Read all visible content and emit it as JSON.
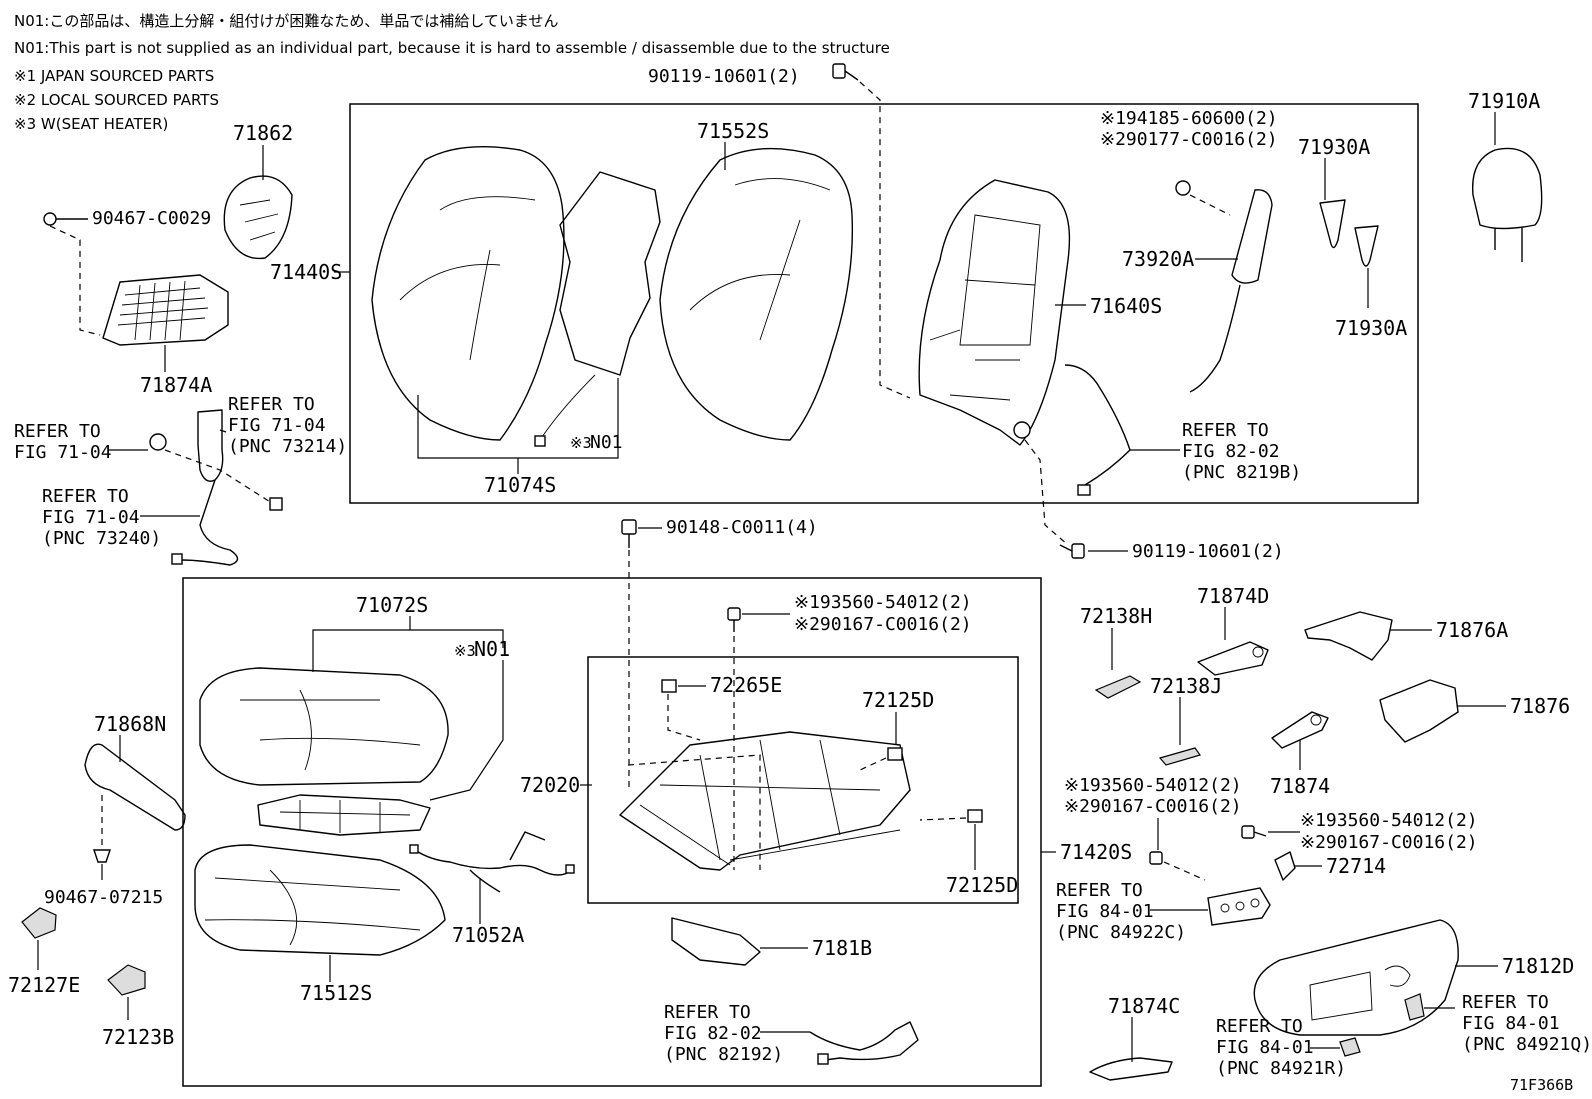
{
  "notes": [
    "N01:この部品は、構造上分解・組付けが困難なため、単品では補給していません",
    "N01:This part is not supplied as an individual part, because it is hard to assemble / disassemble due to the structure",
    "※1 JAPAN SOURCED PARTS",
    "※2 LOCAL SOURCED PARTS",
    "※3 W(SEAT HEATER)"
  ],
  "labels": {
    "p90119_top": "90119-10601(2)",
    "p71862": "71862",
    "p90467_c0029": "90467-C0029",
    "p71440s": "71440S",
    "p71874a": "71874A",
    "p71552s": "71552S",
    "p194185": "※194185-60600(2)",
    "p290177": "※290177-C0016(2)",
    "p71930a_1": "71930A",
    "p71930a_2": "71930A",
    "p71910a": "71910A",
    "p73920a": "73920A",
    "p71640s": "71640S",
    "p71074s": "71074S",
    "n01_back_mark": "※3",
    "n01_back": "N01",
    "ref_fig8202_back_1": "REFER TO",
    "ref_fig8202_back_2": "FIG 82-02",
    "ref_fig8202_back_3": "(PNC 8219B)",
    "ref_7104_a_1": "REFER TO",
    "ref_7104_a_2": "FIG 71-04",
    "ref_7104_b_1": "REFER TO",
    "ref_7104_b_2": "FIG 71-04",
    "ref_7104_b_3": "(PNC 73214)",
    "ref_7104_c_1": "REFER TO",
    "ref_7104_c_2": "FIG 71-04",
    "ref_7104_c_3": "(PNC 73240)",
    "p90148": "90148-C0011(4)",
    "p90119_mid": "90119-10601(2)",
    "p71072s": "71072S",
    "n01_cush_mark": "※3",
    "n01_cush": "N01",
    "p193560_a": "※193560-54012(2)",
    "p290167_a": "※290167-C0016(2)",
    "p72265e": "72265E",
    "p72125d_1": "72125D",
    "p72125d_2": "72125D",
    "p72020": "72020",
    "p71868n": "71868N",
    "p90467_07215": "90467-07215",
    "p72127e": "72127E",
    "p72123b": "72123B",
    "p71052a": "71052A",
    "p71512s": "71512S",
    "p7181b": "7181B",
    "ref_fig8202_cush_1": "REFER TO",
    "ref_fig8202_cush_2": "FIG 82-02",
    "ref_fig8202_cush_3": "(PNC 82192)",
    "p71420s": "71420S",
    "p72138h": "72138H",
    "p71874d": "71874D",
    "p71876a": "71876A",
    "p72138j": "72138J",
    "p71876": "71876",
    "p71874": "71874",
    "p193560_b": "※193560-54012(2)",
    "p290167_b": "※290167-C0016(2)",
    "p193560_c": "※193560-54012(2)",
    "p290167_c": "※290167-C0016(2)",
    "p72714": "72714",
    "ref_8401_a_1": "REFER TO",
    "ref_8401_a_2": "FIG 84-01",
    "ref_8401_a_3": "(PNC 84922C)",
    "p71812d": "71812D",
    "p71874c": "71874C",
    "ref_8401_b_1": "REFER TO",
    "ref_8401_b_2": "FIG 84-01",
    "ref_8401_b_3": "(PNC 84921R)",
    "ref_8401_c_1": "REFER TO",
    "ref_8401_c_2": "FIG 84-01",
    "ref_8401_c_3": "(PNC 84921Q)",
    "figure_code": "71F366B"
  }
}
